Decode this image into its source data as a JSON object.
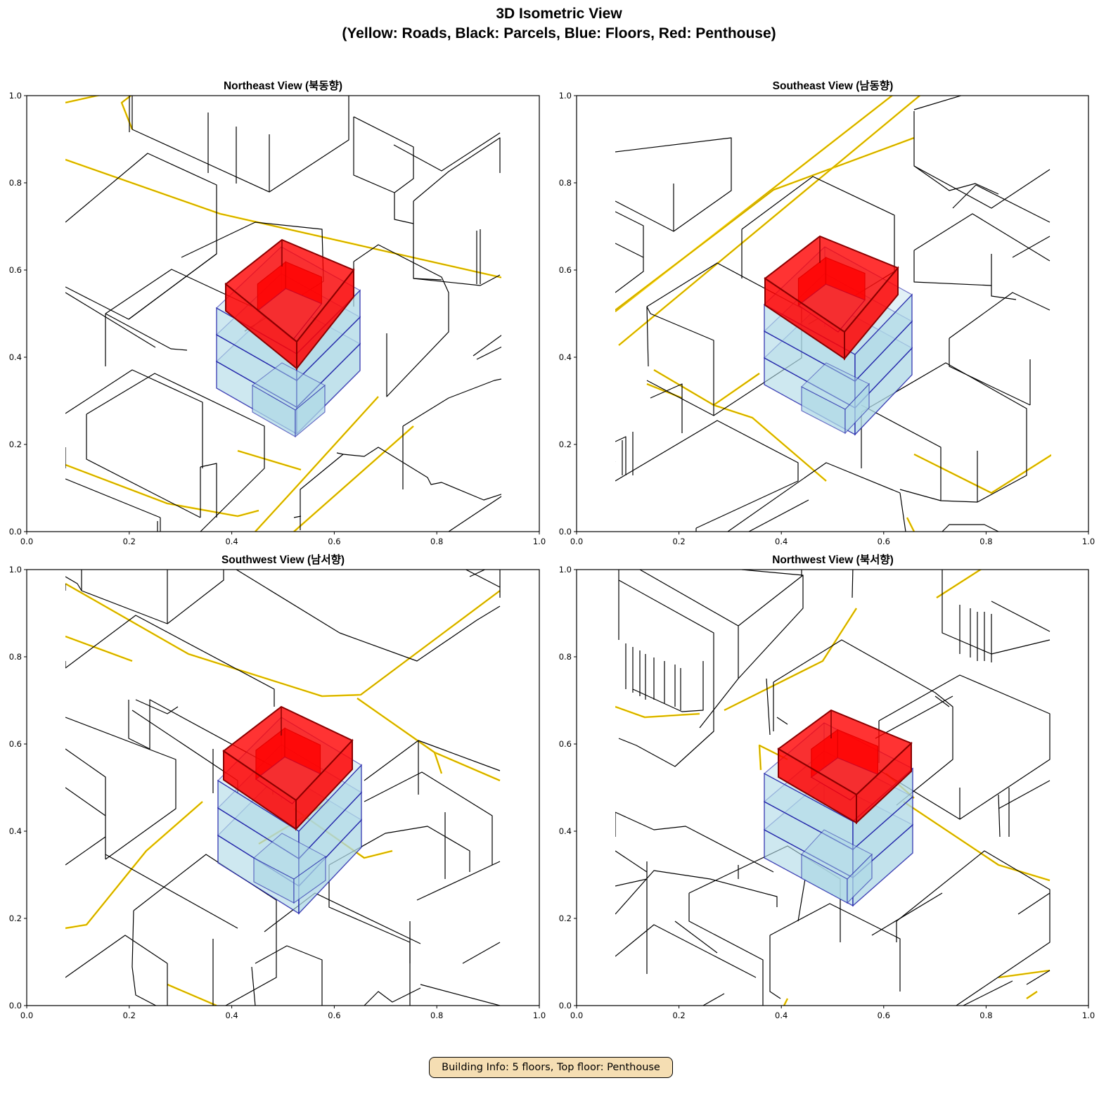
{
  "figure": {
    "title_line1": "3D Isometric View",
    "title_line2": "(Yellow: Roads, Black: Parcels, Blue: Floors, Red: Penthouse)",
    "info_box": "Building Info: 5 floors, Top floor: Penthouse",
    "colors": {
      "road": "#ffd700",
      "road_edge": "#7a6200",
      "parcel": "#000000",
      "floor_fill": "#add8e6",
      "floor_edge": "#1a1aa6",
      "penthouse_fill": "#ff0000",
      "penthouse_edge": "#8b0000"
    }
  },
  "chart_data": [
    {
      "type": "3d-isometric",
      "title": "Northeast View (북동향)",
      "xlim": [
        0.0,
        1.0
      ],
      "ylim": [
        0.0,
        1.0
      ],
      "xticks": [
        "0.0",
        "0.2",
        "0.4",
        "0.6",
        "0.8",
        "1.0"
      ],
      "yticks": [
        "0.0",
        "0.2",
        "0.4",
        "0.6",
        "0.8",
        "1.0"
      ],
      "building": {
        "floors": 5,
        "top_floor": "Penthouse"
      }
    },
    {
      "type": "3d-isometric",
      "title": "Southeast View (남동향)",
      "xlim": [
        0.0,
        1.0
      ],
      "ylim": [
        0.0,
        1.0
      ],
      "xticks": [
        "0.0",
        "0.2",
        "0.4",
        "0.6",
        "0.8",
        "1.0"
      ],
      "yticks": [
        "0.0",
        "0.2",
        "0.4",
        "0.6",
        "0.8",
        "1.0"
      ],
      "building": {
        "floors": 5,
        "top_floor": "Penthouse"
      }
    },
    {
      "type": "3d-isometric",
      "title": "Southwest View (남서향)",
      "xlim": [
        0.0,
        1.0
      ],
      "ylim": [
        0.0,
        1.0
      ],
      "xticks": [
        "0.0",
        "0.2",
        "0.4",
        "0.6",
        "0.8",
        "1.0"
      ],
      "yticks": [
        "0.0",
        "0.2",
        "0.4",
        "0.6",
        "0.8",
        "1.0"
      ],
      "building": {
        "floors": 5,
        "top_floor": "Penthouse"
      }
    },
    {
      "type": "3d-isometric",
      "title": "Northwest View (북서향)",
      "xlim": [
        0.0,
        1.0
      ],
      "ylim": [
        0.0,
        1.0
      ],
      "xticks": [
        "0.0",
        "0.2",
        "0.4",
        "0.6",
        "0.8",
        "1.0"
      ],
      "yticks": [
        "0.0",
        "0.2",
        "0.4",
        "0.6",
        "0.8",
        "1.0"
      ],
      "building": {
        "floors": 5,
        "top_floor": "Penthouse"
      }
    }
  ]
}
